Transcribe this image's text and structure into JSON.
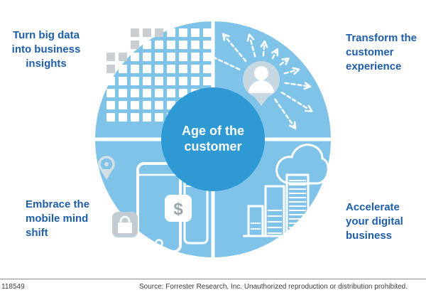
{
  "diagram": {
    "center": {
      "label": "Age of the customer"
    },
    "quadrants": {
      "big_data": {
        "label": "Turn big data into business insights",
        "icon": "pixel-mosaic-icon"
      },
      "customer_experience": {
        "label": "Transform the customer experience",
        "icon": "person-radiating-arrows-icon"
      },
      "mobile_mind_shift": {
        "label": "Embrace the mobile mind shift",
        "icon": "smartphone-location-shopping-icons"
      },
      "digital_business": {
        "label": "Accelerate your digital business",
        "icon": "city-buildings-cloud-icon"
      }
    },
    "dollar_glyph": "$"
  },
  "footer": {
    "figure_number": "118549",
    "source": "Source: Forrester Research, Inc. Unauthorized reproduction or distribution prohibited."
  },
  "colors": {
    "circle_fill": "#7fc4e8",
    "center_circle_fill": "#2e99d3",
    "label_text": "#1e5ea8",
    "gray_accent": "#c9ced3"
  }
}
